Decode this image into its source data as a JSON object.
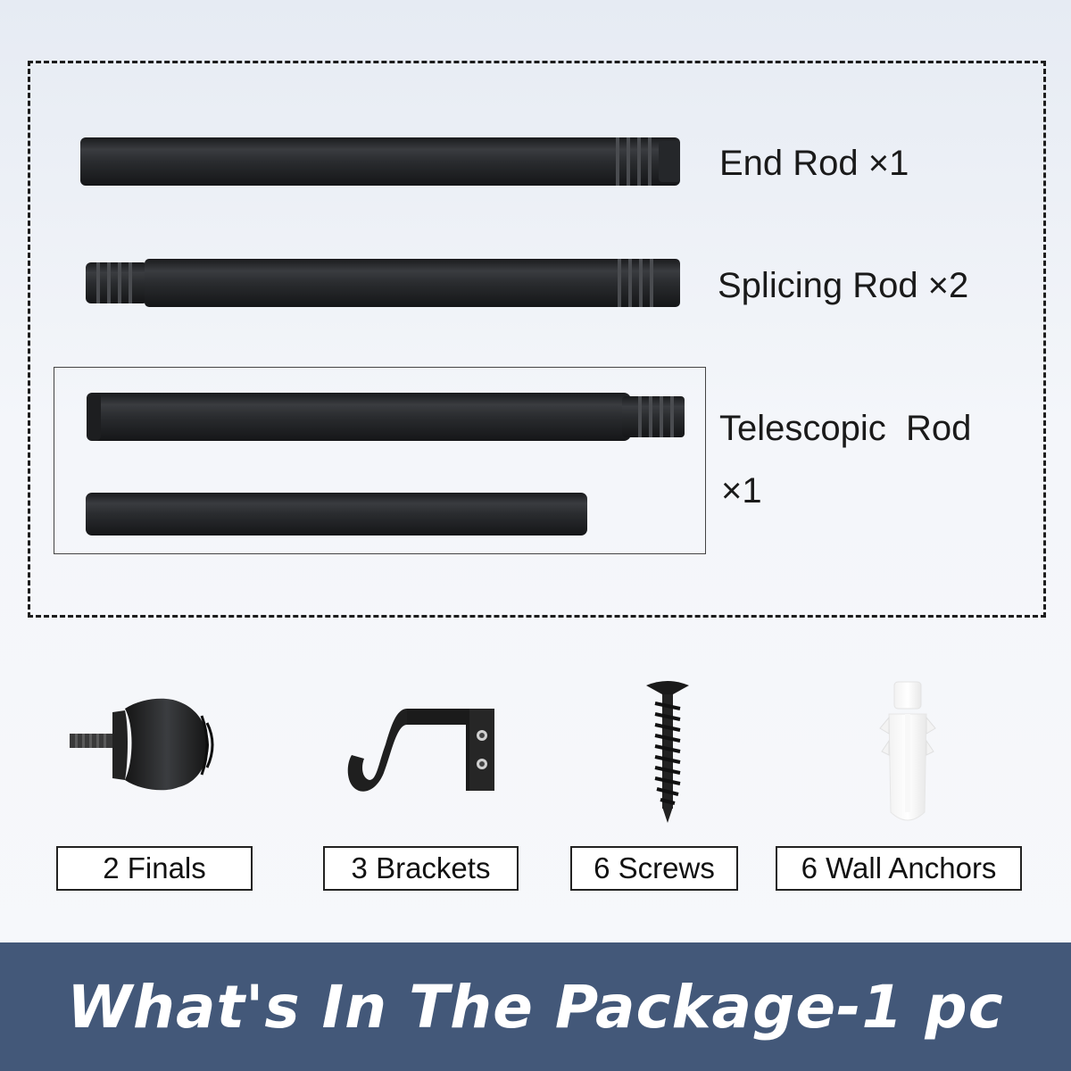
{
  "rods": {
    "end_rod_label": "End Rod ×1",
    "splicing_rod_label": "Splicing Rod ×2",
    "telescopic_rod_label_line1": "Telescopic  Rod",
    "telescopic_rod_label_line2": "×1"
  },
  "parts": {
    "finials_label": "2 Finals",
    "brackets_label": "3 Brackets",
    "screws_label": "6 Screws",
    "anchors_label": "6 Wall Anchors"
  },
  "banner": {
    "title": "What's In The Package-1 pc"
  },
  "colors": {
    "rod": "#2b2d30",
    "banner": "#435879",
    "anchor": "#ffffff"
  }
}
